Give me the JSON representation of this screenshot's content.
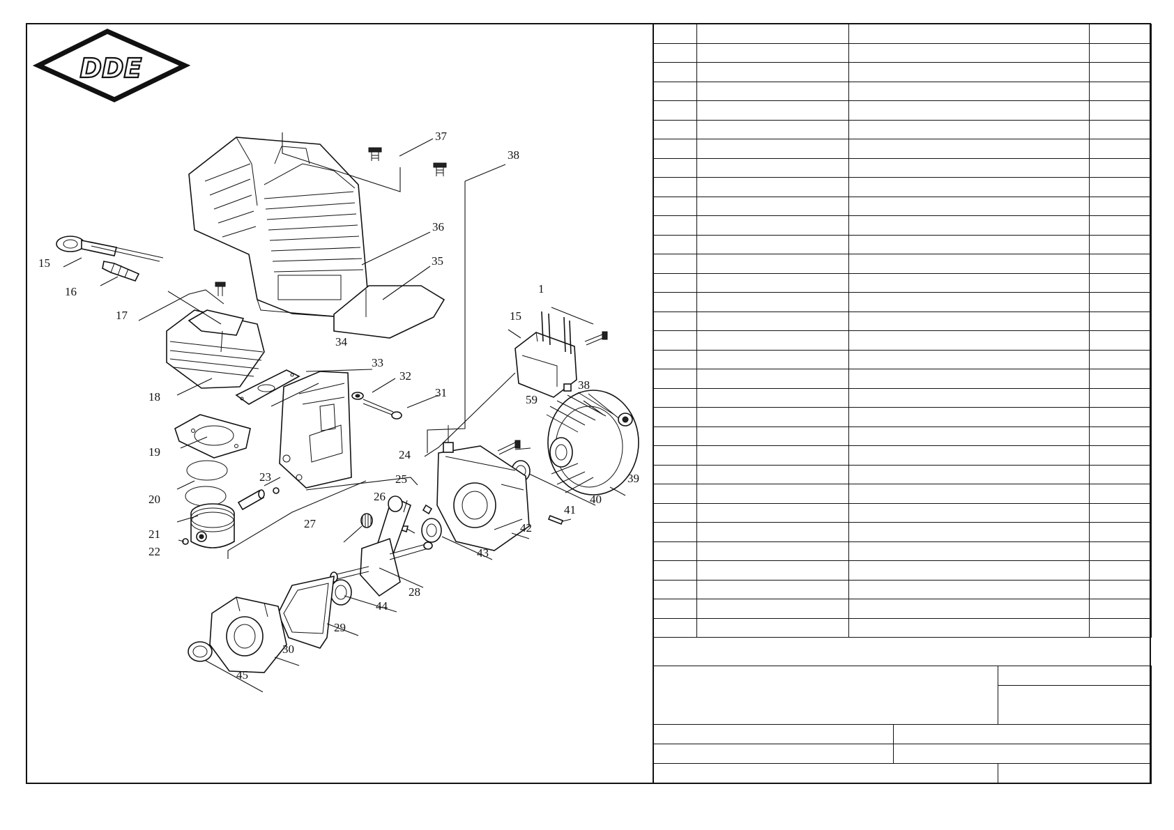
{
  "brand": {
    "logo_text": "DDE"
  },
  "callouts": [
    "1",
    "15",
    "15",
    "16",
    "17",
    "18",
    "19",
    "20",
    "21",
    "22",
    "23",
    "24",
    "25",
    "26",
    "27",
    "28",
    "29",
    "30",
    "31",
    "32",
    "33",
    "34",
    "35",
    "36",
    "37",
    "38",
    "38",
    "39",
    "40",
    "41",
    "42",
    "43",
    "44",
    "45",
    "59"
  ],
  "parts_table": {
    "columns": 4,
    "row_count": 32,
    "rows": []
  },
  "title_block": {}
}
